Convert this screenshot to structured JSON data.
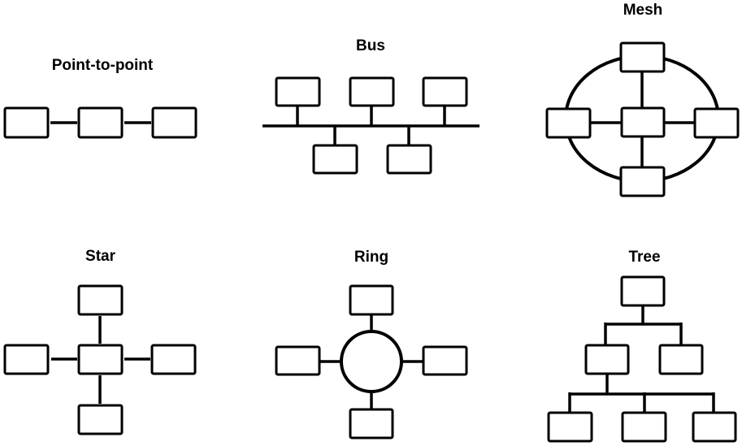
{
  "page": {
    "background": "#ffffff",
    "stroke_color": "#000000",
    "node_fill": "#ffffff",
    "node_stroke_width": 3,
    "link_stroke_width": 3.5,
    "ring_stroke_width": 4
  },
  "diagrams": [
    {
      "id": "point-to-point",
      "title": "Point-to-point",
      "nodes": [
        [
          6,
          133,
          53,
          36
        ],
        [
          97,
          133,
          53,
          36
        ],
        [
          188,
          133,
          53,
          36
        ]
      ],
      "edges": [
        [
          62,
          151,
          95,
          151
        ],
        [
          153,
          151,
          186,
          151
        ]
      ],
      "rings": []
    },
    {
      "id": "bus",
      "title": "Bus",
      "nodes": [
        [
          340,
          96,
          53,
          34
        ],
        [
          431,
          96,
          53,
          34
        ],
        [
          521,
          96,
          53,
          34
        ],
        [
          386,
          179,
          53,
          34
        ],
        [
          477,
          179,
          53,
          34
        ]
      ],
      "edges": [
        [
          323,
          155,
          590,
          155
        ],
        [
          366,
          128,
          366,
          155
        ],
        [
          457,
          128,
          457,
          155
        ],
        [
          547,
          128,
          547,
          155
        ],
        [
          412,
          155,
          412,
          181
        ],
        [
          503,
          155,
          503,
          181
        ]
      ],
      "rings": []
    },
    {
      "id": "mesh",
      "title": "Mesh",
      "nodes": [
        [
          764,
          53,
          53,
          35
        ],
        [
          673,
          134,
          53,
          35
        ],
        [
          855,
          134,
          53,
          35
        ],
        [
          764,
          206,
          53,
          35
        ],
        [
          765,
          133,
          52,
          35
        ]
      ],
      "edges": [
        [
          790,
          86,
          790,
          135
        ],
        [
          790,
          166,
          790,
          208
        ],
        [
          724,
          151,
          767,
          151
        ],
        [
          815,
          151,
          857,
          151
        ]
      ],
      "rings": [
        [
          790,
          146,
          94,
          77
        ]
      ]
    },
    {
      "id": "star",
      "title": "Star",
      "nodes": [
        [
          97,
          352,
          53,
          35
        ],
        [
          6,
          425,
          53,
          35
        ],
        [
          187,
          425,
          53,
          35
        ],
        [
          97,
          499,
          53,
          35
        ],
        [
          97,
          425,
          53,
          35
        ]
      ],
      "edges": [
        [
          123,
          389,
          123,
          423
        ],
        [
          123,
          462,
          123,
          497
        ],
        [
          63,
          442,
          95,
          442
        ],
        [
          153,
          442,
          185,
          442
        ]
      ],
      "rings": []
    },
    {
      "id": "ring",
      "title": "Ring",
      "nodes": [
        [
          431,
          352,
          52,
          35
        ],
        [
          340,
          427,
          53,
          34
        ],
        [
          521,
          427,
          53,
          34
        ],
        [
          431,
          504,
          52,
          35
        ]
      ],
      "edges": [
        [
          457,
          385,
          457,
          410
        ],
        [
          457,
          481,
          457,
          505
        ],
        [
          391,
          445,
          421,
          445
        ],
        [
          493,
          445,
          522,
          445
        ]
      ],
      "rings": [
        [
          457,
          445,
          37,
          37
        ]
      ]
    },
    {
      "id": "tree",
      "title": "Tree",
      "nodes": [
        [
          765,
          341,
          52,
          35
        ],
        [
          721,
          425,
          52,
          35
        ],
        [
          812,
          425,
          52,
          35
        ],
        [
          675,
          508,
          53,
          35
        ],
        [
          766,
          508,
          53,
          35
        ],
        [
          853,
          508,
          52,
          35
        ]
      ],
      "edges": [
        [
          791,
          374,
          791,
          399
        ],
        [
          745,
          399,
          838,
          399
        ],
        [
          745,
          397,
          745,
          426
        ],
        [
          838,
          397,
          838,
          426
        ],
        [
          747,
          458,
          747,
          485
        ],
        [
          701,
          485,
          878,
          485
        ],
        [
          701,
          483,
          701,
          509
        ],
        [
          793,
          483,
          793,
          509
        ],
        [
          878,
          483,
          878,
          509
        ]
      ],
      "rings": []
    }
  ]
}
